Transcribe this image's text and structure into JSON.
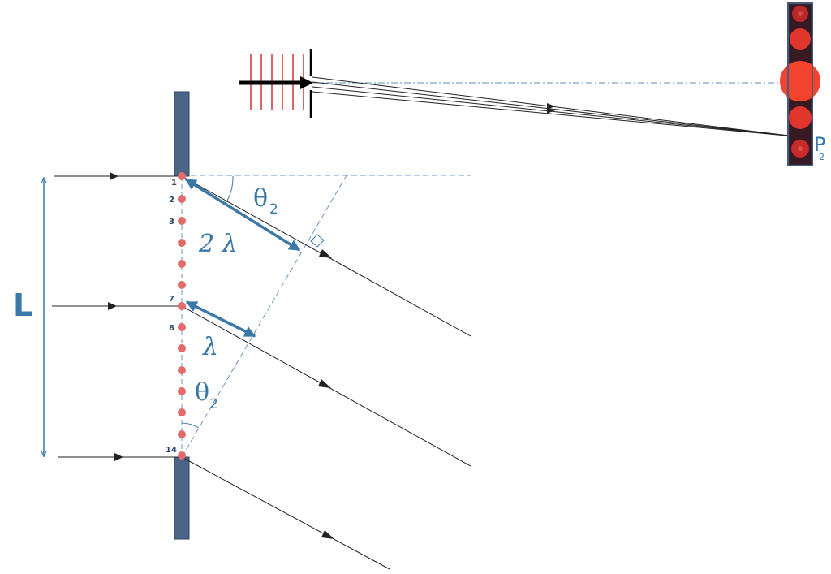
{
  "labels": {
    "L": "L",
    "theta": "θ",
    "theta_sub": "2",
    "two_lambda": "2 λ",
    "lambda": "λ",
    "P": "P",
    "P_sub": "2"
  },
  "point_labels": [
    "1",
    "2",
    "3",
    "7",
    "8",
    "14"
  ],
  "colors": {
    "slit": "#4a6585",
    "accent": "#3a78a8",
    "ray": "#222222",
    "dots": "#e26b6b",
    "wavefront": "#d93030",
    "screen": "#d83228"
  }
}
